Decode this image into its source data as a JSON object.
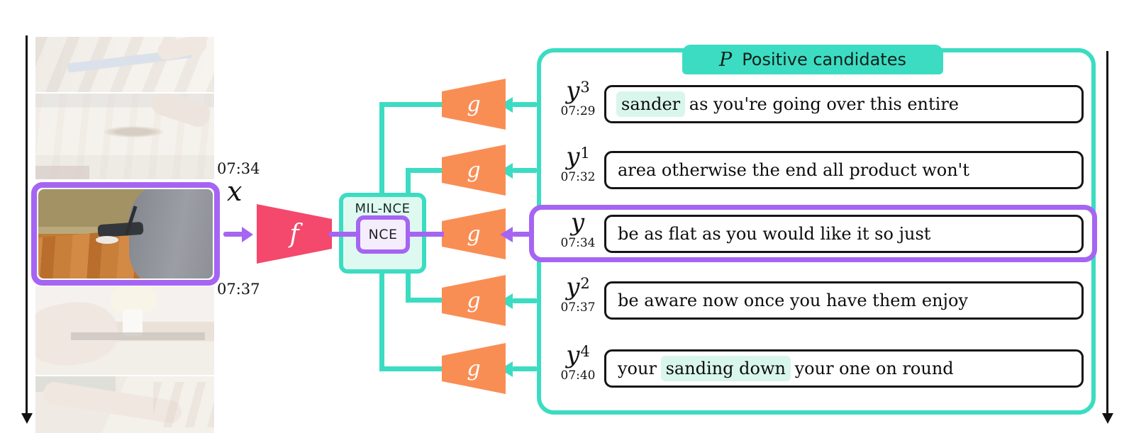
{
  "figure": {
    "video": {
      "label": "x",
      "time_start": "07:34",
      "time_end": "07:37"
    },
    "video_encoder_label": "f",
    "text_encoder_label": "g",
    "loss_outer_label": "MIL-NCE",
    "loss_inner_label": "NCE",
    "candidates_title_symbol": "P",
    "candidates_title": "Positive candidates"
  },
  "candidates": {
    "rows": [
      {
        "label": "y",
        "sup": "3",
        "time": "07:29",
        "selected": false,
        "segments": [
          {
            "text": "sander",
            "highlight": true
          },
          {
            "text": " as you're going over this entire",
            "highlight": false
          }
        ]
      },
      {
        "label": "y",
        "sup": "1",
        "time": "07:32",
        "selected": false,
        "segments": [
          {
            "text": "area otherwise the end all product won't",
            "highlight": false
          }
        ]
      },
      {
        "label": "y",
        "sup": "",
        "time": "07:34",
        "selected": true,
        "segments": [
          {
            "text": "be as flat as you would like it so just",
            "highlight": false
          }
        ]
      },
      {
        "label": "y",
        "sup": "2",
        "time": "07:37",
        "selected": false,
        "segments": [
          {
            "text": "be aware now once you have them enjoy",
            "highlight": false
          }
        ]
      },
      {
        "label": "y",
        "sup": "4",
        "time": "07:40",
        "selected": false,
        "segments": [
          {
            "text": "your ",
            "highlight": false
          },
          {
            "text": "sanding down",
            "highlight": true
          },
          {
            "text": " your one on round",
            "highlight": false
          }
        ]
      }
    ]
  },
  "colors": {
    "teal": "#3cdcc2",
    "purple": "#a565f2",
    "pink": "#f4486c",
    "orange": "#f98e55",
    "mint_fill": "#defaf0",
    "lavender_fill": "#f4edfc",
    "highlight": "#d9f6ec",
    "ink": "#151515"
  }
}
